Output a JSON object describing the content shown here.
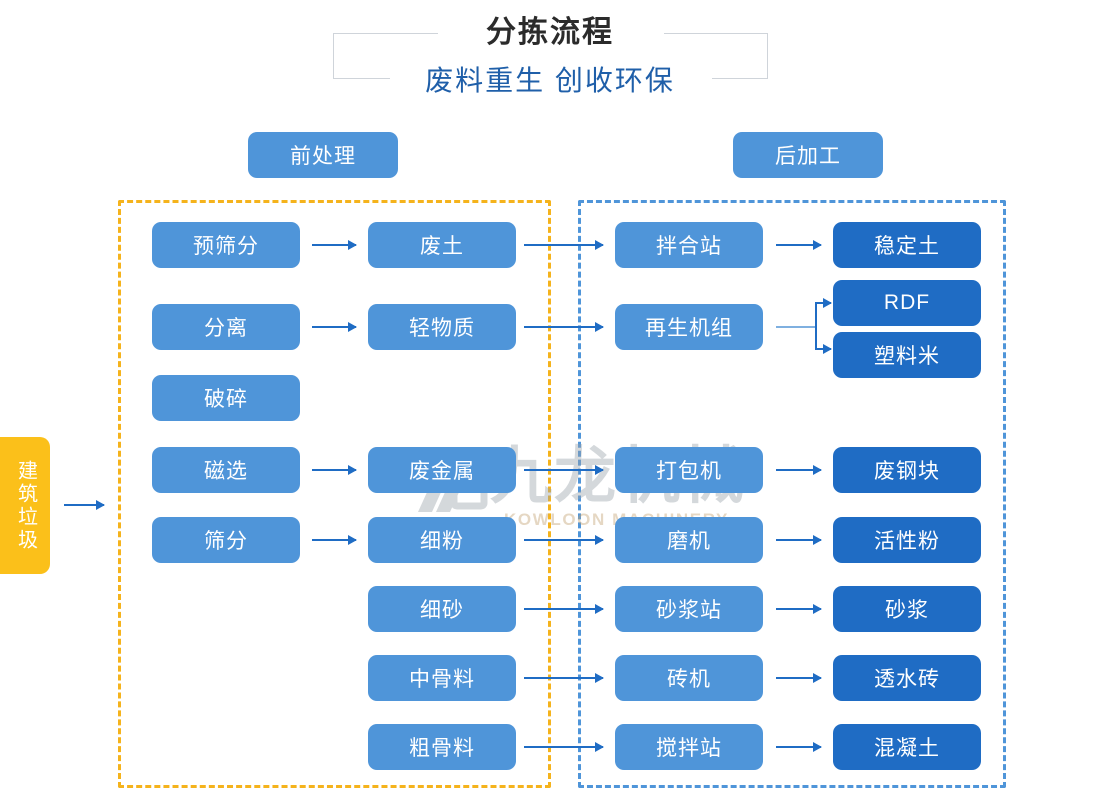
{
  "title": {
    "main": "分拣流程",
    "subtitle": "废料重生 创收环保"
  },
  "stages": {
    "pre_label": "前处理",
    "post_label": "后加工"
  },
  "input": {
    "label": "建筑垃圾"
  },
  "colors": {
    "process_blue": "#4f95d9",
    "output_blue": "#1f6cc4",
    "input_amber": "#fbc01a",
    "arrow_blue": "#1f6cc4",
    "group_pre_dash": "#f5b31c",
    "group_post_dash": "#4f95d9",
    "title_main": "#2b2b2b",
    "title_sub": "#1f5fa9"
  },
  "rows": [
    {
      "c1": "预筛分",
      "c2": "废土",
      "c3": "拌合站",
      "c4": "稳定土"
    },
    {
      "c1": "分离",
      "c2": "轻物质",
      "c3": "再生机组",
      "c4": "RDF",
      "c4b": "塑料米"
    },
    {
      "c1": "破碎",
      "c2": "",
      "c3": "",
      "c4": ""
    },
    {
      "c1": "磁选",
      "c2": "废金属",
      "c3": "打包机",
      "c4": "废钢块"
    },
    {
      "c1": "筛分",
      "c2": "细粉",
      "c3": "磨机",
      "c4": "活性粉"
    },
    {
      "c1": "",
      "c2": "细砂",
      "c3": "砂浆站",
      "c4": "砂浆"
    },
    {
      "c1": "",
      "c2": "中骨料",
      "c3": "砖机",
      "c4": "透水砖"
    },
    {
      "c1": "",
      "c2": "粗骨料",
      "c3": "搅拌站",
      "c4": "混凝土"
    }
  ],
  "watermark": {
    "cn": "九龙机械",
    "en": "KOWLOON MACHINERY"
  }
}
